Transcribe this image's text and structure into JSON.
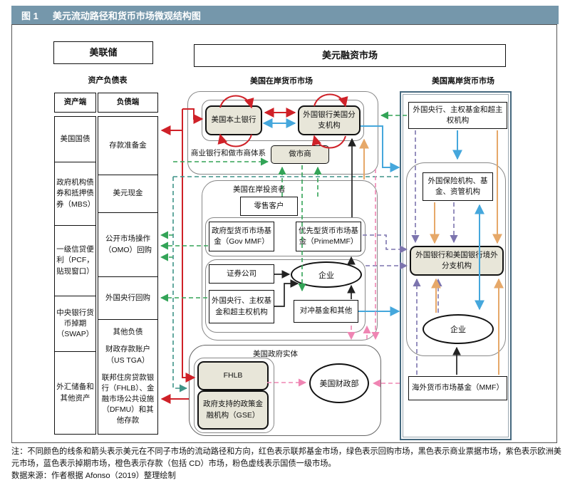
{
  "figure": {
    "tag": "图 1",
    "title": "美元流动路径和货币市场微观结构图"
  },
  "header_boxes": {
    "fed": "美联储",
    "usd_funding_market": "美元融资市场"
  },
  "section_labels": {
    "balance_sheet": "资产负债表",
    "onshore_market": "美国在岸货币市场",
    "offshore_market": "美国离岸货币市场"
  },
  "fed_balance_sheet": {
    "asset_header": "资产端",
    "liability_header": "负债端",
    "assets": [
      "美国国债",
      "政府机构债券和抵押债券（MBS）",
      "一级信贷便利（PCF，贴现窗口）",
      "中央银行货币掉期（SWAP）",
      "外汇储备和其他资产"
    ],
    "liabilities": [
      "存款准备金",
      "美元现金",
      "公开市场操作（OMO）回购",
      "外国央行回购"
    ],
    "other_liabilities": [
      "其他负债",
      "财政存款账户（US TGA）",
      "联邦住房贷款银行（FHLB）、金融市场公共设施（DFMU）和其他存款"
    ]
  },
  "onshore_banking": {
    "container_label": "商业银行和做市商体系",
    "domestic_banks": "美国本土银行",
    "foreign_bank_us_branches": "外国银行美国分支机构",
    "market_maker": "做市商"
  },
  "onshore_investors": {
    "container_label": "美国在岸投资者",
    "retail": "零售客户",
    "gov_mmf": "政府型货币市场基金（Gov MMF）",
    "prime_mmf": "优先型货币市场基金（PrimeMMF）",
    "securities_firms": "证券公司",
    "corporates": "企业",
    "foreign_cb_sovereign": "外国央行、主权基金和超主权机构",
    "hedge_funds": "对冲基金和其他"
  },
  "government_entities": {
    "container_label": "美国政府实体",
    "fhlb": "FHLB",
    "gse": "政府支持的政策金融机构（GSE）",
    "treasury": "美国财政部"
  },
  "offshore": {
    "foreign_cb_sovereign": "外国央行、主权基金和超主权机构",
    "foreign_institutions": "外国保险机构、基金、资管机构",
    "offshore_bank_branches": "外国银行和美国银行境外分支机构",
    "corporates": "企业",
    "overseas_mmf": "海外货币市场基金（MMF）"
  },
  "notes": {
    "note": "注：不同颜色的线条和箭头表示美元在不同子市场的流动路径和方向，红色表示联邦基金市场，绿色表示回购市场，黑色表示商业票据市场，紫色表示欧洲美元市场，蓝色表示掉期市场，橙色表示存款（包括 CD）市场，粉色虚线表示国债一级市场。",
    "source": "数据来源：作者根据 Afonso（2019）整理绘制"
  },
  "colors": {
    "header_bar": "#7597ab",
    "box_fill": "#e8e6d9",
    "fed_funds_red": "#cf2128",
    "repo_green": "#33a457",
    "repo_teal": "#3f9488",
    "commercial_paper_black": "#222222",
    "eurodollar_purple": "#7c74ae",
    "swap_blue": "#45a7dc",
    "deposit_orange": "#e6a869",
    "treasury_primary_pink": "#ef85b3"
  }
}
